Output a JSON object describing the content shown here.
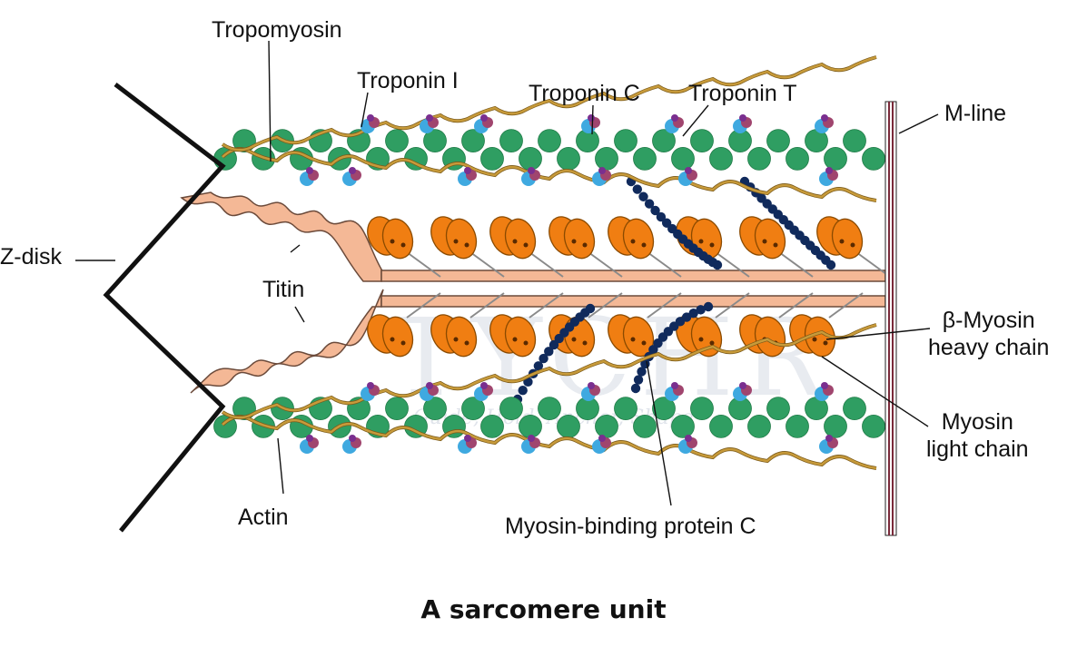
{
  "title": "A sarcomere unit",
  "labels": {
    "tropomyosin": "Tropomyosin",
    "troponin_i": "Troponin I",
    "troponin_c": "Troponin C",
    "troponin_t": "Troponin T",
    "m_line": "M-line",
    "z_disk": "Z-disk",
    "titin": "Titin",
    "beta_myosin": "β-Myosin\nheavy chain",
    "myosin_light": "Myosin\nlight chain",
    "actin": "Actin",
    "mybpc": "Myosin-binding protein C"
  },
  "watermark": {
    "main": "TYCHR",
    "sub": "Guide, Hold, Anchor, Shape"
  },
  "colors": {
    "actin": "#2f9e62",
    "tropomyosin": "#c79a3a",
    "troponin_c": "#3fa9e0",
    "troponin_i": "#a0456e",
    "troponin_t": "#7a2f8f",
    "myosin_head": "#f07e12",
    "titin": "#f4b896",
    "mybpc": "#102a5c",
    "z_disk": "#111111",
    "m_line": "#7a2a3a"
  }
}
